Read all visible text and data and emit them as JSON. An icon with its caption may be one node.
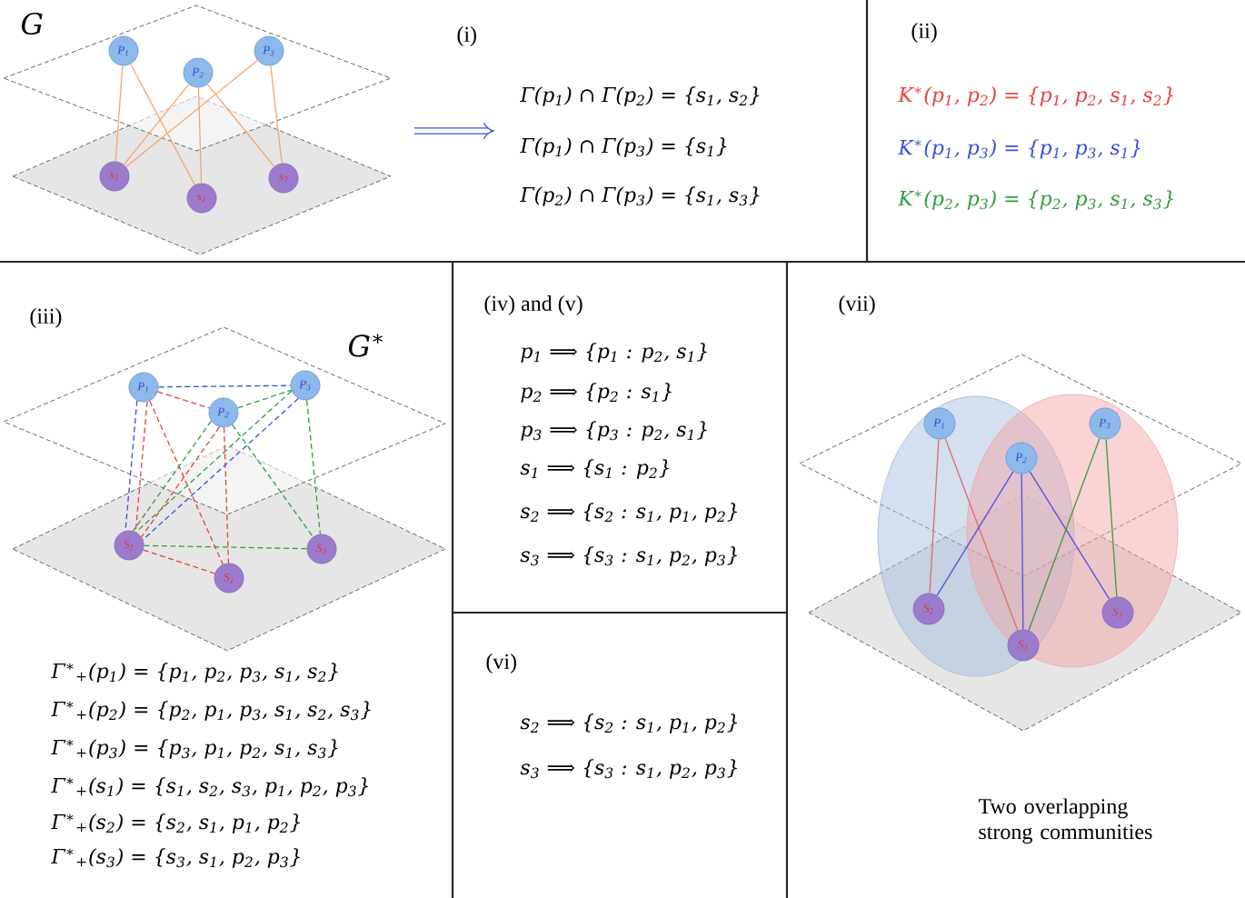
{
  "diagram": {
    "nodes": [
      {
        "text": [
          "P$_{1}$"
        ]
      },
      {
        "text": [
          "P$_{2}$"
        ]
      },
      {
        "text": [
          "P$_{3}$"
        ]
      },
      {
        "text": [
          "s$_{1}$"
        ]
      },
      {
        "text": [
          "s$_{2}$"
        ]
      },
      {
        "text": [
          "s$_{3}$"
        ]
      },
      {
        "text": [
          "P$_{1}$"
        ]
      },
      {
        "text": [
          "P$_{2}$"
        ]
      },
      {
        "text": [
          "P$_{3}$"
        ]
      },
      {
        "text": [
          "S$_{1}$"
        ]
      },
      {
        "text": [
          "S$_{2}$"
        ]
      },
      {
        "text": [
          "S$_{3}$"
        ]
      },
      {
        "text": [
          "P$_{1}$"
        ]
      },
      {
        "text": [
          "P$_{2}$"
        ]
      },
      {
        "text": [
          "P$_{3}$"
        ]
      },
      {
        "text": [
          "S$_{2}$"
        ]
      },
      {
        "text": [
          "S$_{1}$"
        ]
      },
      {
        "text": [
          "S$_{3}$"
        ]
      }
    ],
    "edges": [
      {
        "from": 0,
        "to": 3,
        "arrow": "none",
        "color": "#f2a66e"
      },
      {
        "from": 0,
        "to": 4,
        "arrow": "none",
        "color": "#f2a66e"
      },
      {
        "from": 1,
        "to": 3,
        "arrow": "none",
        "color": "#f2a66e"
      },
      {
        "from": 1,
        "to": 4,
        "arrow": "none",
        "color": "#f2a66e"
      },
      {
        "from": 1,
        "to": 5,
        "arrow": "none",
        "color": "#f2a66e"
      },
      {
        "from": 2,
        "to": 3,
        "arrow": "none",
        "color": "#f2a66e"
      },
      {
        "from": 2,
        "to": 5,
        "arrow": "none",
        "color": "#f2a66e"
      },
      {
        "from": 6,
        "to": 7,
        "arrow": "none",
        "style": "dashed",
        "color": "#e8403c"
      },
      {
        "from": 6,
        "to": 8,
        "arrow": "none",
        "style": "dashed",
        "color": "#3a4ee0"
      },
      {
        "from": 6,
        "to": 9,
        "arrow": "none",
        "style": "dashed",
        "color": "#3a4ee0"
      },
      {
        "from": 6,
        "to": 9,
        "arrow": "none",
        "style": "dashed",
        "color": "#e8403c"
      },
      {
        "from": 6,
        "to": 10,
        "arrow": "none",
        "style": "dashed",
        "color": "#e8403c"
      },
      {
        "from": 7,
        "to": 8,
        "arrow": "none",
        "style": "dashed",
        "color": "#2e9e3e"
      },
      {
        "from": 7,
        "to": 9,
        "arrow": "none",
        "style": "dashed",
        "color": "#e8403c"
      },
      {
        "from": 7,
        "to": 9,
        "arrow": "none",
        "style": "dashed",
        "color": "#2e9e3e"
      },
      {
        "from": 7,
        "to": 10,
        "arrow": "none",
        "style": "dashed",
        "color": "#e8403c"
      },
      {
        "from": 7,
        "to": 11,
        "arrow": "none",
        "style": "dashed",
        "color": "#2e9e3e"
      },
      {
        "from": 8,
        "to": 9,
        "arrow": "none",
        "style": "dashed",
        "color": "#3a4ee0"
      },
      {
        "from": 8,
        "to": 9,
        "arrow": "none",
        "style": "dashed",
        "color": "#2e9e3e"
      },
      {
        "from": 8,
        "to": 11,
        "arrow": "none",
        "style": "dashed",
        "color": "#2e9e3e"
      },
      {
        "from": 9,
        "to": 10,
        "arrow": "none",
        "style": "dashed",
        "color": "#e8403c"
      },
      {
        "from": 9,
        "to": 11,
        "arrow": "none",
        "style": "dashed",
        "color": "#2e9e3e"
      },
      {
        "from": 12,
        "to": 15,
        "arrow": "none",
        "color": "#e06a6a"
      },
      {
        "from": 12,
        "to": 16,
        "arrow": "none",
        "color": "#e06a6a"
      },
      {
        "from": 13,
        "to": 15,
        "arrow": "none",
        "color": "#5050e0"
      },
      {
        "from": 13,
        "to": 16,
        "arrow": "none",
        "color": "#5050e0"
      },
      {
        "from": 13,
        "to": 17,
        "arrow": "none",
        "color": "#5050e0"
      },
      {
        "from": 14,
        "to": 16,
        "arrow": "none",
        "color": "#3a9a3a"
      },
      {
        "from": 14,
        "to": 17,
        "arrow": "none",
        "color": "#3a9a3a"
      }
    ],
    "labels": [
      "G",
      "(i)",
      "Γ(p$_{1}$) ∩ Γ(p$_{2}$) = {s$_{1}$, s$_{2}$}",
      "Γ(p$_{1}$) ∩ Γ(p$_{3}$) = {s$_{1}$}",
      "Γ(p$_{2}$) ∩ Γ(p$_{3}$) = {s$_{1}$, s$_{3}$}",
      "(ii)",
      "K$^{∗}$(p$_{1}$, p$_{2}$) = {p$_{1}$, p$_{2}$, s$_{1}$, s$_{2}$}",
      "K$^{∗}$(p$_{1}$, p$_{3}$) = {p$_{1}$, p$_{3}$, s$_{1}$}",
      "K$^{∗}$(p$_{2}$, p$_{3}$) = {p$_{2}$, p$_{3}$, s$_{1}$, s$_{3}$}",
      "(iii)",
      "G$^{∗}$",
      "Γ$^{∗}$$_{+}$(p$_{1}$) = {p$_{1}$, p$_{2}$, p$_{3}$, s$_{1}$, s$_{2}$}",
      "Γ$^{∗}$$_{+}$(p$_{2}$) = {p$_{2}$, p$_{1}$, p$_{3}$, s$_{1}$, s$_{2}$, s$_{3}$}",
      "Γ$^{∗}$$_{+}$(p$_{3}$) = {p$_{3}$, p$_{1}$, p$_{2}$, s$_{1}$, s$_{3}$}",
      "Γ$^{∗}$$_{+}$(s$_{1}$) = {s$_{1}$, s$_{2}$, s$_{3}$, p$_{1}$, p$_{2}$, p$_{3}$}",
      "Γ$^{∗}$$_{+}$(s$_{2}$) = {s$_{2}$, s$_{1}$, p$_{1}$, p$_{2}$}",
      "Γ$^{∗}$$_{+}$(s$_{3}$) = {s$_{3}$, s$_{1}$, p$_{2}$, p$_{3}$}",
      "(iv) and (v)",
      "p$_{1}$ ⟹ {p$_{1}$ : p$_{2}$, s$_{1}$}",
      "p$_{2}$ ⟹ {p$_{2}$ : s$_{1}$}",
      "p$_{3}$ ⟹ {p$_{3}$ : p$_{2}$, s$_{1}$}",
      "s$_{1}$ ⟹ {s$_{1}$ : p$_{2}$}",
      "s$_{2}$ ⟹ {s$_{2}$ : s$_{1}$, p$_{1}$, p$_{2}$}",
      "s$_{3}$ ⟹ {s$_{3}$ : s$_{1}$, p$_{2}$, p$_{3}$}",
      "(vi)",
      "s$_{2}$ ⟹ {s$_{2}$ : s$_{1}$, p$_{1}$, p$_{2}$}",
      "s$_{3}$ ⟹ {s$_{3}$ : s$_{1}$, p$_{2}$, p$_{3}$}",
      "(vii)",
      "Two overlapping strong communities"
    ]
  }
}
